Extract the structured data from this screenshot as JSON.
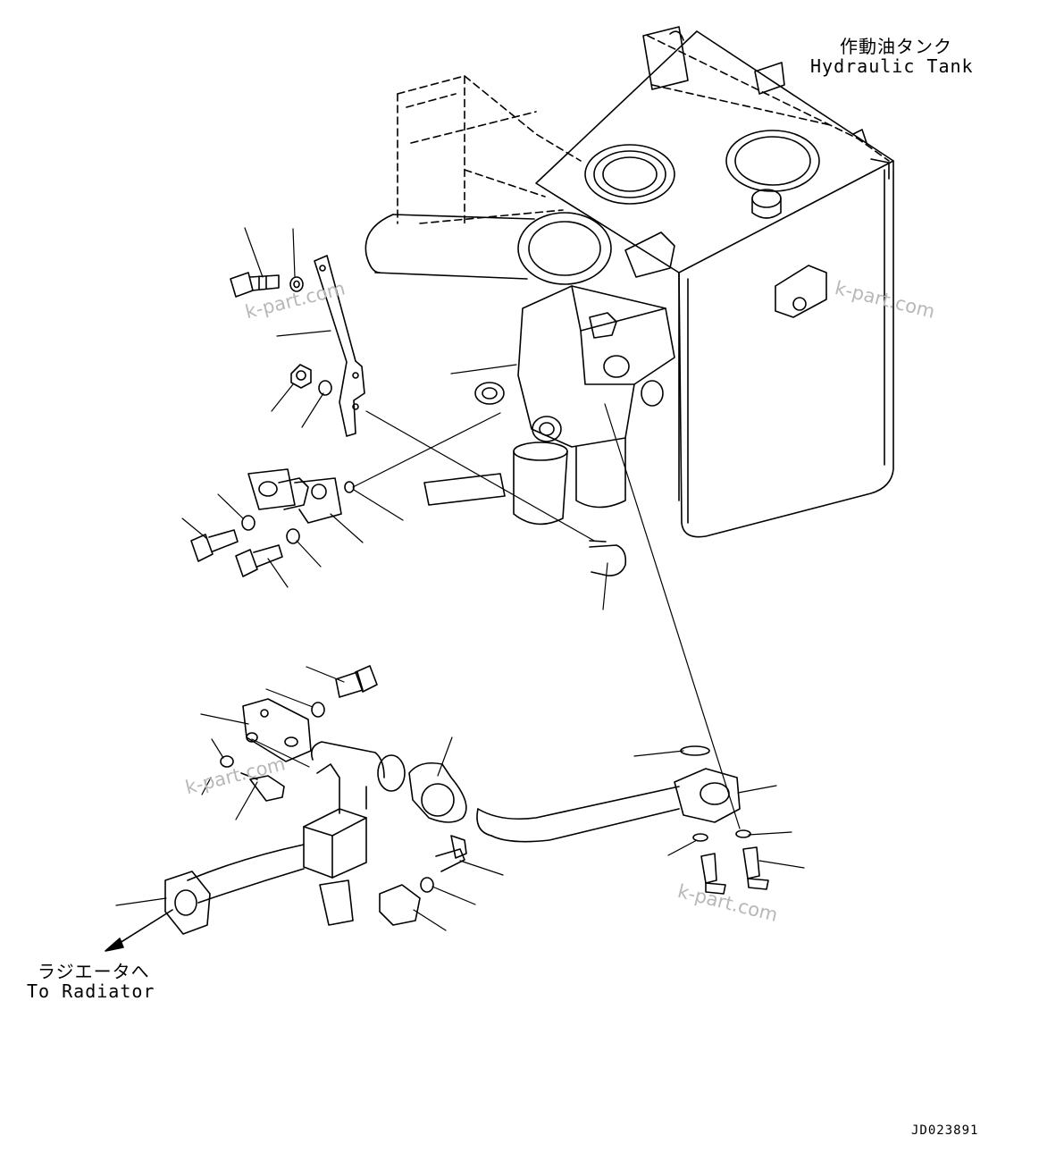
{
  "labels": {
    "tank_jp": "作動油タンク",
    "tank_en": "Hydraulic Tank",
    "radiator_jp": "ラジエータへ",
    "radiator_en": "To Radiator"
  },
  "watermarks": [
    "k-part.com",
    "k-part.com",
    "k-part.com",
    "k-part.com"
  ],
  "drawing_code": "JD023891",
  "colors": {
    "line": "#000000",
    "watermark": "#b8b8b8",
    "background": "#ffffff"
  }
}
